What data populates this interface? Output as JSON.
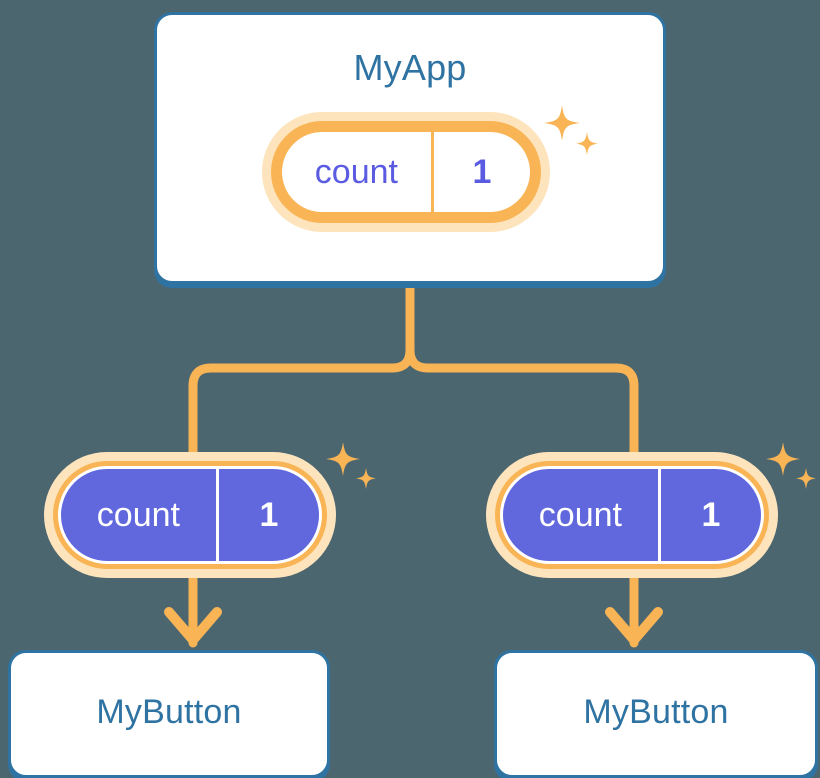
{
  "background_color": "#4c6670",
  "palette": {
    "card_border": "#2f73a3",
    "card_fill": "#ffffff",
    "title_text": "#2f73a3",
    "pill_ring": "#f9b455",
    "pill_halo": "#fde4bd",
    "pill_solid_fill": "#6168dd",
    "pill_light_text": "#5b5be2",
    "pill_solid_text": "#ffffff",
    "wire": "#f9b455",
    "sparkle": "#f9b455"
  },
  "diagram": {
    "type": "component-tree",
    "root": {
      "title": "MyApp",
      "state": {
        "key": "count",
        "value": "1"
      }
    },
    "children": [
      {
        "state": {
          "key": "count",
          "value": "1"
        },
        "title": "MyButton"
      },
      {
        "state": {
          "key": "count",
          "value": "1"
        },
        "title": "MyButton"
      }
    ]
  },
  "cards": {
    "root": {
      "title": "MyApp"
    },
    "left_button": {
      "title": "MyButton"
    },
    "right_button": {
      "title": "MyButton"
    }
  },
  "pills": {
    "top": {
      "key": "count",
      "value": "1"
    },
    "left": {
      "key": "count",
      "value": "1"
    },
    "right": {
      "key": "count",
      "value": "1"
    }
  },
  "icons": {
    "sparkle_large": "sparkle-four-point-large",
    "sparkle_small": "sparkle-four-point-small",
    "arrow": "arrow-down"
  }
}
